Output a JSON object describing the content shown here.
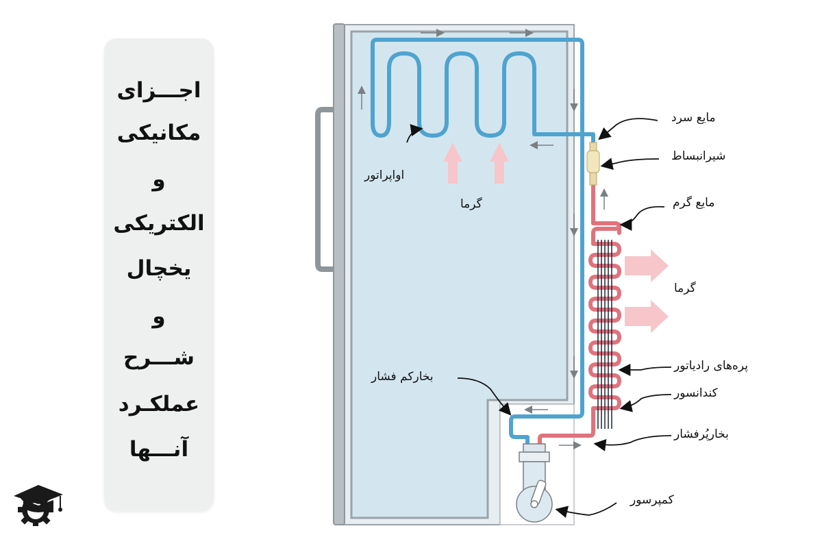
{
  "title": {
    "lines": [
      "اجـــزای",
      "مکانیکی",
      "و",
      "الکتریکی",
      "یخچال",
      "و",
      "شـــرح",
      "عملکـرد",
      "آنـــها"
    ]
  },
  "labels": {
    "evaporator": "اواپراتور",
    "heat_top": "گرما",
    "cold_liquid": "مایع سرد",
    "expansion_valve": "شیرانبساط",
    "warm_liquid": "مایع گرم",
    "heat_right": "گرما",
    "radiator_fins": "پره‌های رادیاتور",
    "condenser": "کندانسور",
    "low_pressure_vapor": "بخارکم فشار",
    "high_pressure_vapor": "بخارپُرفشار",
    "compressor": "کمپرسور"
  },
  "colors": {
    "cold_pipe": "#4fa3cf",
    "hot_pipe": "#e0737e",
    "cabinet_fill": "#d3e6ef",
    "cabinet_frame": "#9ba3a8",
    "heat_arrow": "#f6c6cb",
    "title_card": "#eeefef"
  },
  "logo": {
    "icon": "graduation-cap-gear-icon"
  }
}
